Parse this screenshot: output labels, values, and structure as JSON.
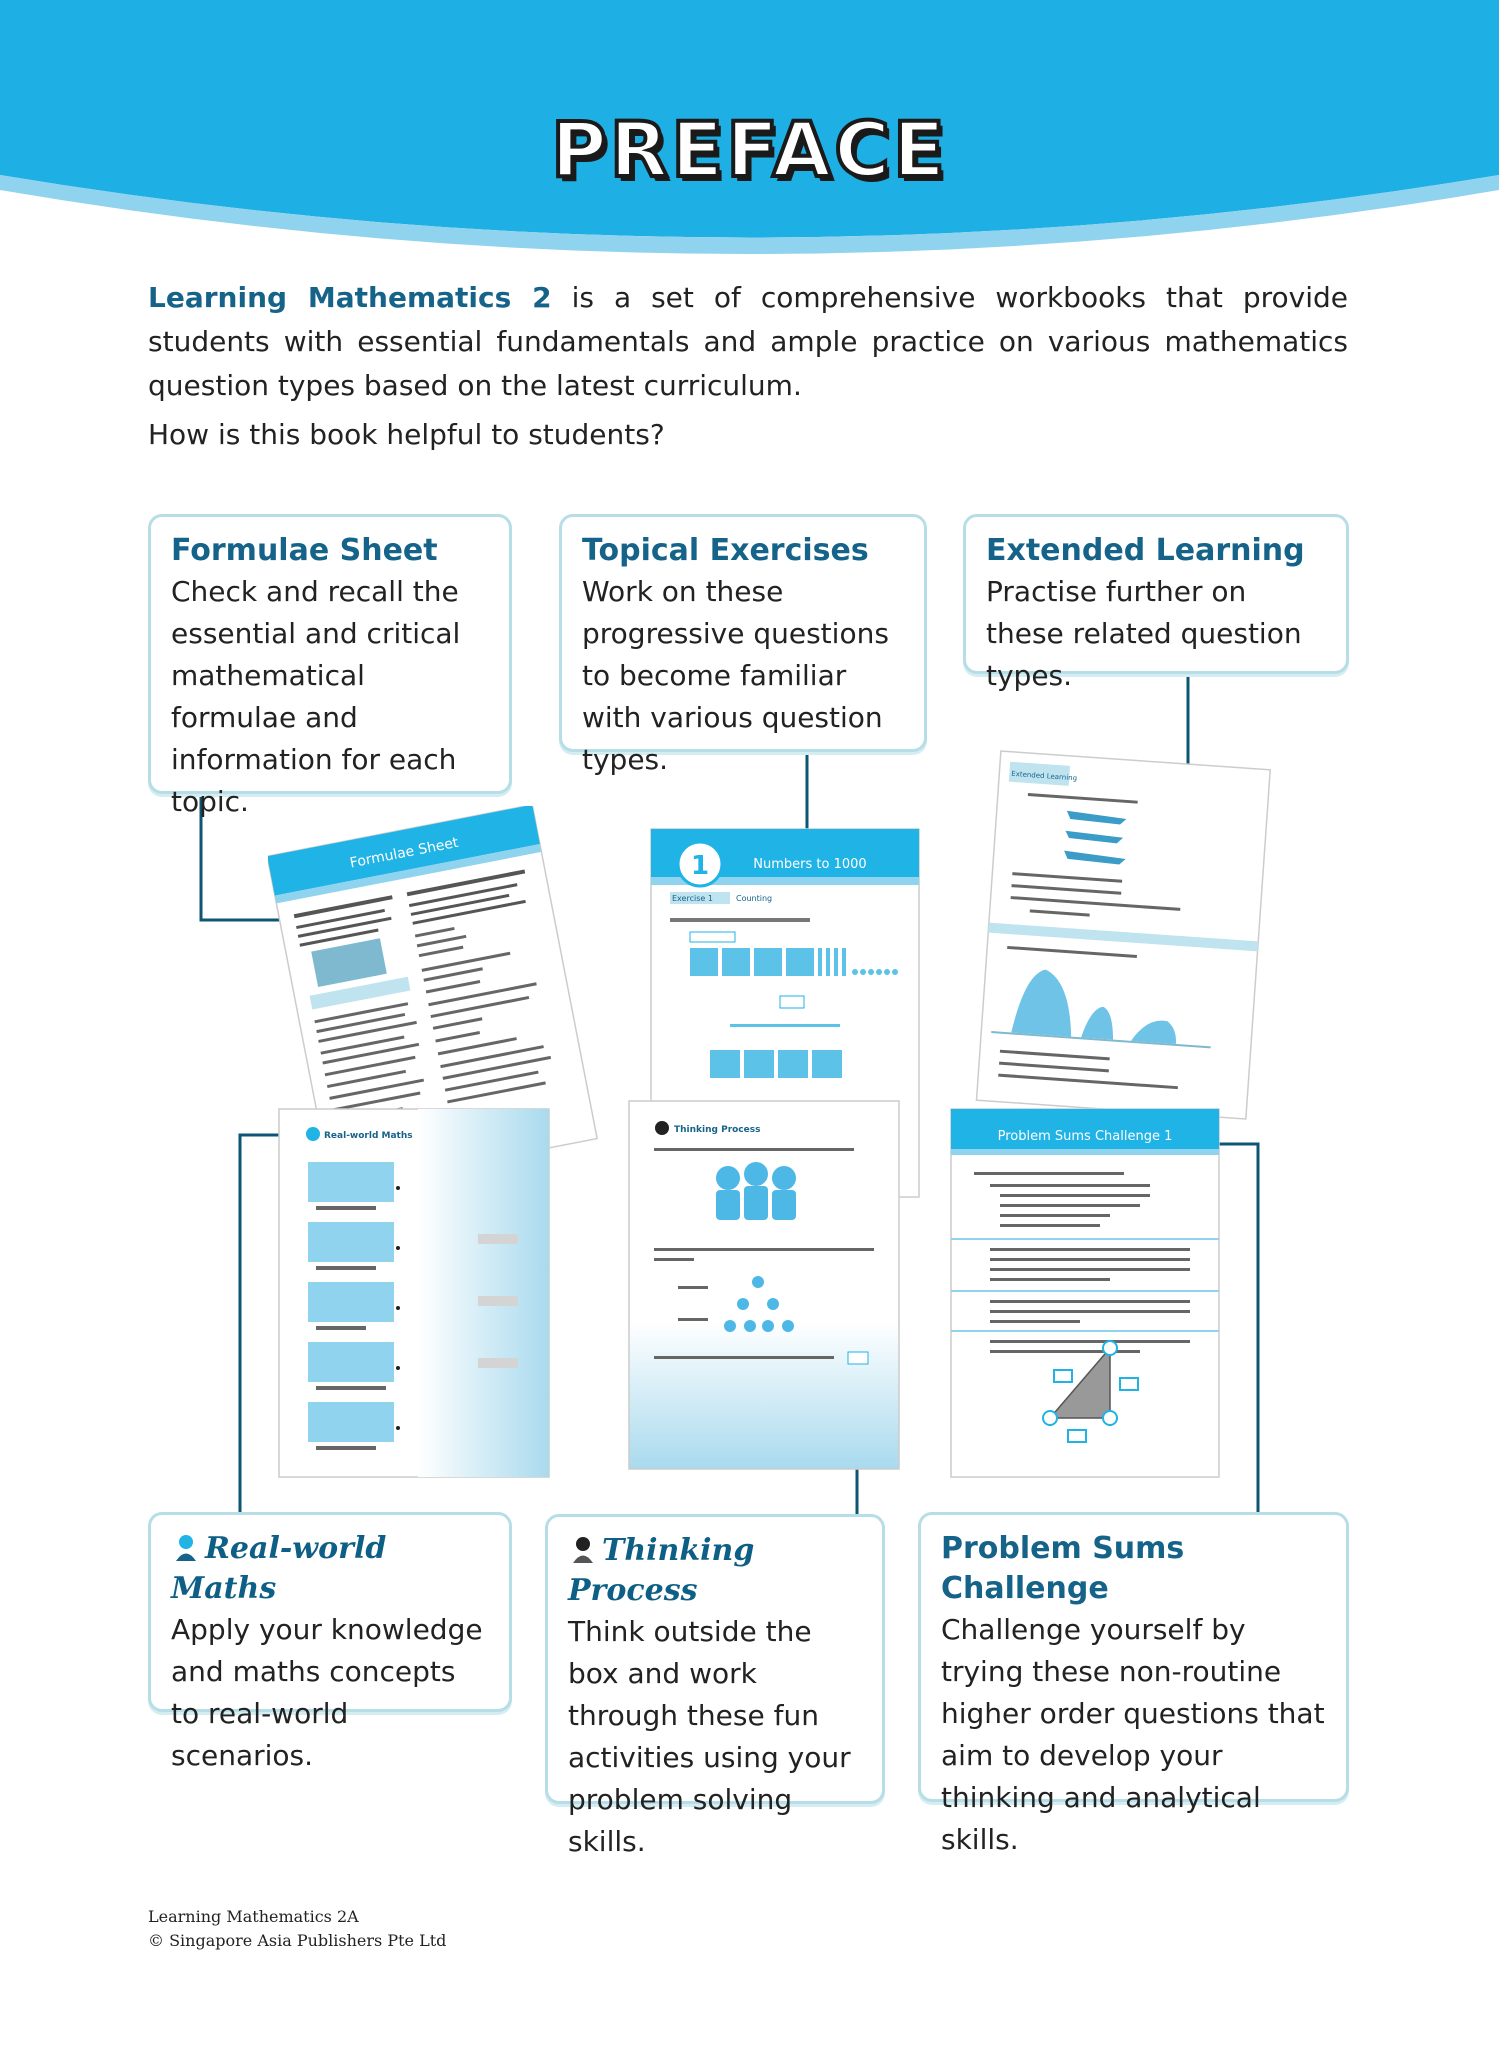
{
  "header": {
    "title": "PREFACE"
  },
  "intro": {
    "book_title": "Learning Mathematics 2",
    "text": " is a set of comprehensive workbooks that provide students with essential fundamentals and ample practice on various mathematics question types based on the latest curriculum.",
    "question": "How is this book helpful to students?"
  },
  "features": {
    "formulae": {
      "title": "Formulae Sheet",
      "desc": "Check and recall the essential and critical mathematical formulae and information for each topic."
    },
    "topical": {
      "title": "Topical Exercises",
      "desc": "Work on these progressive questions to become familiar with various question types."
    },
    "extended": {
      "title": "Extended Learning",
      "desc": "Practise further on these related question types."
    },
    "realworld": {
      "title": "Real-world Maths",
      "desc": "Apply your knowledge and maths concepts to real-world scenarios."
    },
    "thinking": {
      "title": "Thinking Process",
      "desc": "Think outside the box and work through these fun activities using your problem solving skills."
    },
    "problem": {
      "title": "Problem Sums Challenge",
      "desc": "Challenge yourself by trying these non-routine higher order questions that aim to develop your thinking and analytical skills."
    }
  },
  "thumbnails": {
    "formulae_header": "Formulae Sheet",
    "topical_number": "1",
    "topical_header": "Numbers to 1000",
    "topical_exercise": "Exercise 1",
    "topical_topic": "Counting",
    "extended_tab": "Extended Learning",
    "realworld_tab": "Real-world Maths",
    "thinking_tab": "Thinking Process",
    "problem_header": "Problem Sums Challenge 1"
  },
  "footer": {
    "line1": "Learning Mathematics 2A",
    "line2": "© Singapore Asia Publishers Pte Ltd"
  },
  "colors": {
    "accent": "#1fb3e6",
    "title_blue": "#16638a",
    "box_border": "#b7dde6"
  }
}
